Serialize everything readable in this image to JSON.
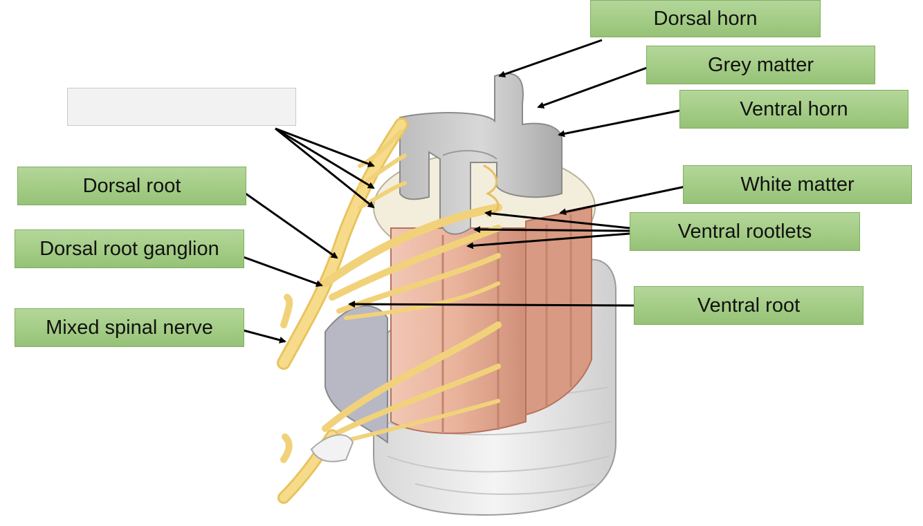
{
  "labels": {
    "dorsal_horn": "Dorsal horn",
    "grey_matter": "Grey matter",
    "ventral_horn": "Ventral horn",
    "white_matter": "White matter",
    "ventral_rootlets": "Ventral rootlets",
    "ventral_root": "Ventral root",
    "dorsal_root": "Dorsal root",
    "dorsal_root_ganglion": "Dorsal root ganglion",
    "mixed_spinal_nerve": "Mixed spinal nerve",
    "blank": ""
  },
  "colors": {
    "label_fill": "#a3cc85",
    "label_border": "#7fae5d",
    "grey_matter": "#c9c9c9",
    "white_matter": "#f3eedc",
    "tissue": "#e2a58c",
    "nerve": "#f1d27a",
    "meninges": "#eaeaea"
  }
}
